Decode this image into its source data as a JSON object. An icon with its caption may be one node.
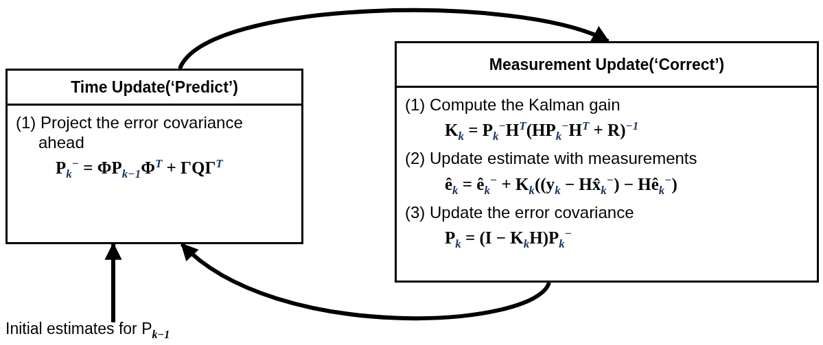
{
  "diagram": {
    "nodes": [
      {
        "text": [
          "Time Update(‘Predict’)",
          "(1) Project the error covariance ahead",
          "P$_{k}$$^{−}$ = ΦP$_{k−1}$Φ$^{T}$ + ΓQΓ$^{T}$"
        ]
      },
      {
        "text": [
          "Measurement Update(‘Correct’)",
          "(1) Compute the Kalman gain",
          "K$_{k}$ = P$_{k}$$^{−}$H$^{T}$(HP$_{k}$$^{−}$H$^{T}$ + R)$^{−1}$",
          "(2) Update estimate with measurements",
          "ê$_{k}$ = ê$_{k}$$^{−}$ + K$_{k}$((y$_{k}$ − Hx̂$_{k}$$^{−}$) − Hê$_{k}$$^{−}$)",
          "(3) Update the error covariance",
          "P$_{k}$ = (I − K$_{k}$H)P$_{k}$$^{−}$"
        ]
      },
      {
        "text": [
          "Initial estimates for P$_{k−1}$"
        ]
      }
    ],
    "edges": [
      {
        "from": 0,
        "to": 1,
        "arrow": "to"
      },
      {
        "from": 1,
        "to": 0,
        "arrow": "to"
      },
      {
        "from": 2,
        "to": 0,
        "arrow": "to"
      }
    ]
  }
}
